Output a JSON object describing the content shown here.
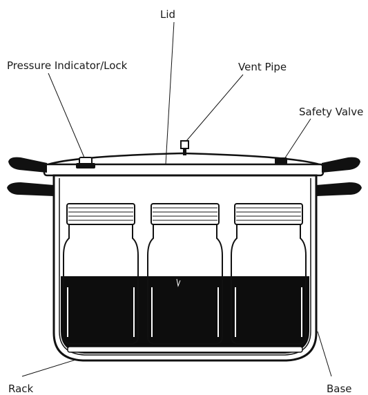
{
  "labels": {
    "lid": "Lid",
    "pressure_indicator": "Pressure Indicator/Lock",
    "vent_pipe": "Vent Pipe",
    "safety_valve": "Safety Valve",
    "rack": "Rack",
    "base": "Base"
  },
  "colors": {
    "ink": "#111111",
    "liquid": "#0d0d0d",
    "background": "#ffffff"
  },
  "jars": {
    "count": 3
  }
}
